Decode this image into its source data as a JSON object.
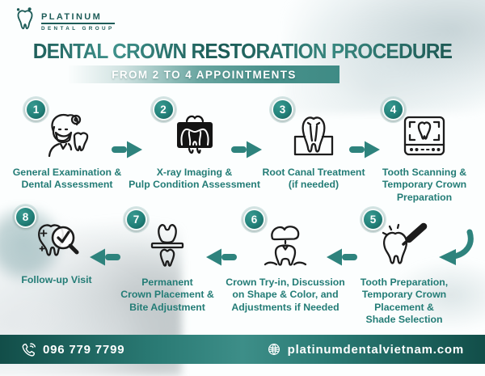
{
  "brand": {
    "name_top": "PLATINUM",
    "name_bottom": "DENTAL GROUP"
  },
  "header": {
    "title": "DENTAL CROWN RESTORATION PROCEDURE",
    "subtitle": "FROM 2 TO 4 APPOINTMENTS"
  },
  "steps": [
    {
      "number": "1",
      "icon": "dentist-icon",
      "label": "General Examination &\nDental Assessment"
    },
    {
      "number": "2",
      "icon": "tooth-xray-icon",
      "label": "X-ray Imaging &\nPulp Condition Assessment"
    },
    {
      "number": "3",
      "icon": "root-canal-icon",
      "label": "Root Canal Treatment\n(if needed)"
    },
    {
      "number": "4",
      "icon": "tooth-scanner-icon",
      "label": "Tooth Scanning &\nTemporary Crown\nPreparation"
    },
    {
      "number": "5",
      "icon": "tooth-drill-icon",
      "label": "Tooth Preparation,\nTemporary Crown\nPlacement &\nShade Selection"
    },
    {
      "number": "6",
      "icon": "crown-try-in-icon",
      "label": "Crown Try-in, Discussion\non Shape & Color, and\nAdjustments if Needed"
    },
    {
      "number": "7",
      "icon": "bite-adjustment-icon",
      "label": "Permanent\nCrown Placement &\nBite Adjustment"
    },
    {
      "number": "8",
      "icon": "tooth-checkup-icon",
      "label": "Follow-up Visit"
    }
  ],
  "footer": {
    "phone": "096 779 7799",
    "website": "platinumdentalvietnam.com"
  },
  "colors": {
    "accent_teal": "#2E837D",
    "dark_teal": "#1D5C58",
    "label_text": "#237C76",
    "footer_dark": "#124E49",
    "footer_light": "#3D8E88",
    "icon_line": "#1C1C1C"
  }
}
